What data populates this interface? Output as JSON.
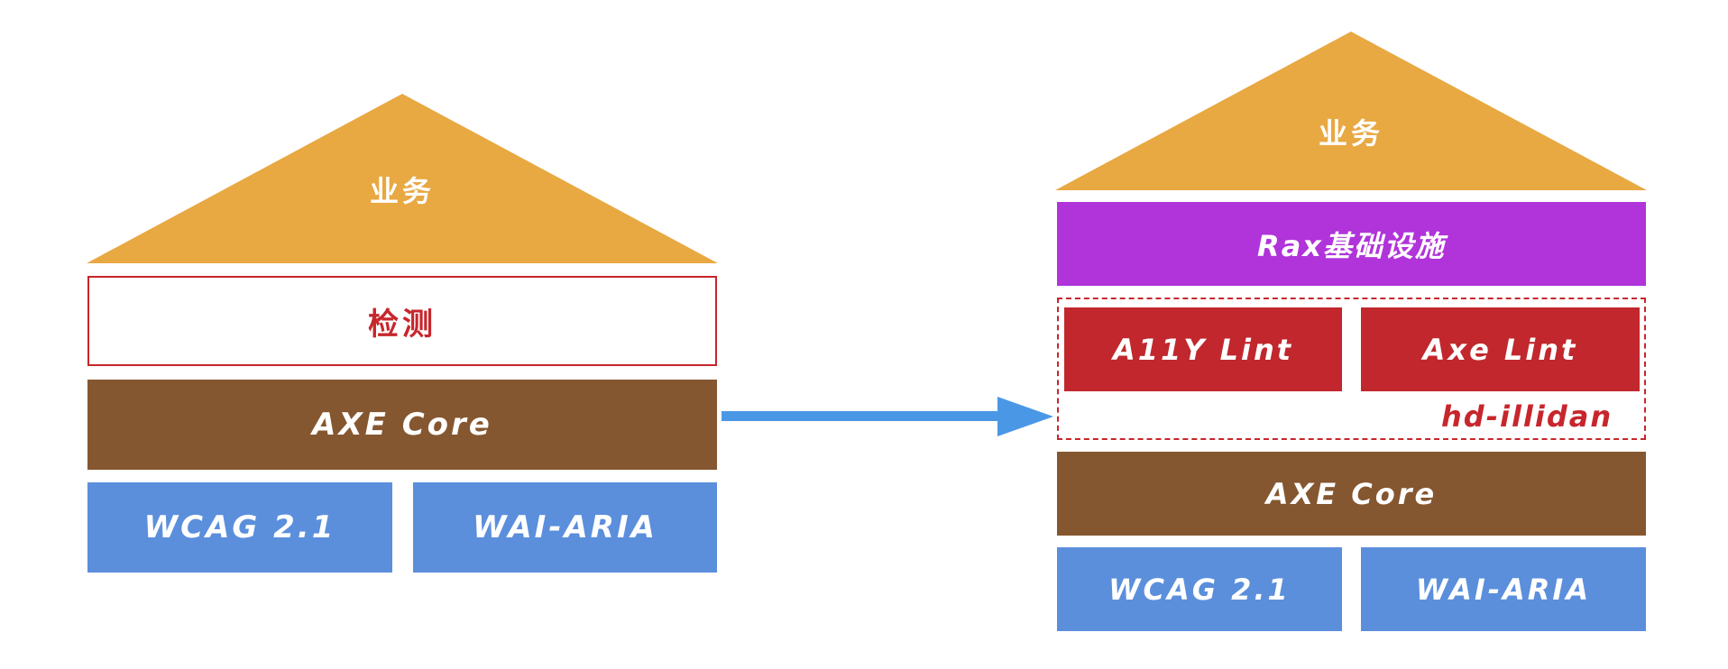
{
  "colors": {
    "roof": "#E8A842",
    "detect_border": "#C7262C",
    "detect_text": "#C7262C",
    "axe_core": "#855730",
    "standard": "#5B8FDC",
    "rax": "#B034D9",
    "lint": "#C1272D",
    "arrow": "#4A97E6"
  },
  "left": {
    "roof_label": "业务",
    "detect_label": "检测",
    "axe_core_label": "AXE Core",
    "standards": [
      "WCAG 2.1",
      "WAI-ARIA"
    ]
  },
  "arrow": {
    "icon": "arrow-right-icon"
  },
  "right": {
    "roof_label": "业务",
    "rax_label": "Rax基础设施",
    "lints": [
      "A11Y Lint",
      "Axe Lint"
    ],
    "group_label": "hd-illidan",
    "axe_core_label": "AXE Core",
    "standards": [
      "WCAG 2.1",
      "WAI-ARIA"
    ]
  }
}
